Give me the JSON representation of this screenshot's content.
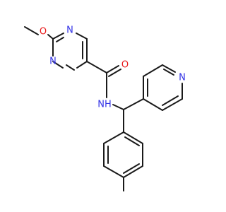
{
  "molecule": {
    "atoms": {
      "o_methoxy": {
        "symbol": "O",
        "color": "#e8191a"
      },
      "n_pyr1": {
        "symbol": "N",
        "color": "#3232e6"
      },
      "n_pyr2": {
        "symbol": "N",
        "color": "#3232e6"
      },
      "o_carbonyl": {
        "symbol": "O",
        "color": "#e8191a"
      },
      "n_amide": {
        "symbol": "NH",
        "color": "#3232e6"
      },
      "n_pyridine": {
        "symbol": "N",
        "color": "#3232e6"
      }
    },
    "bond_color": "#1a1a1a"
  }
}
